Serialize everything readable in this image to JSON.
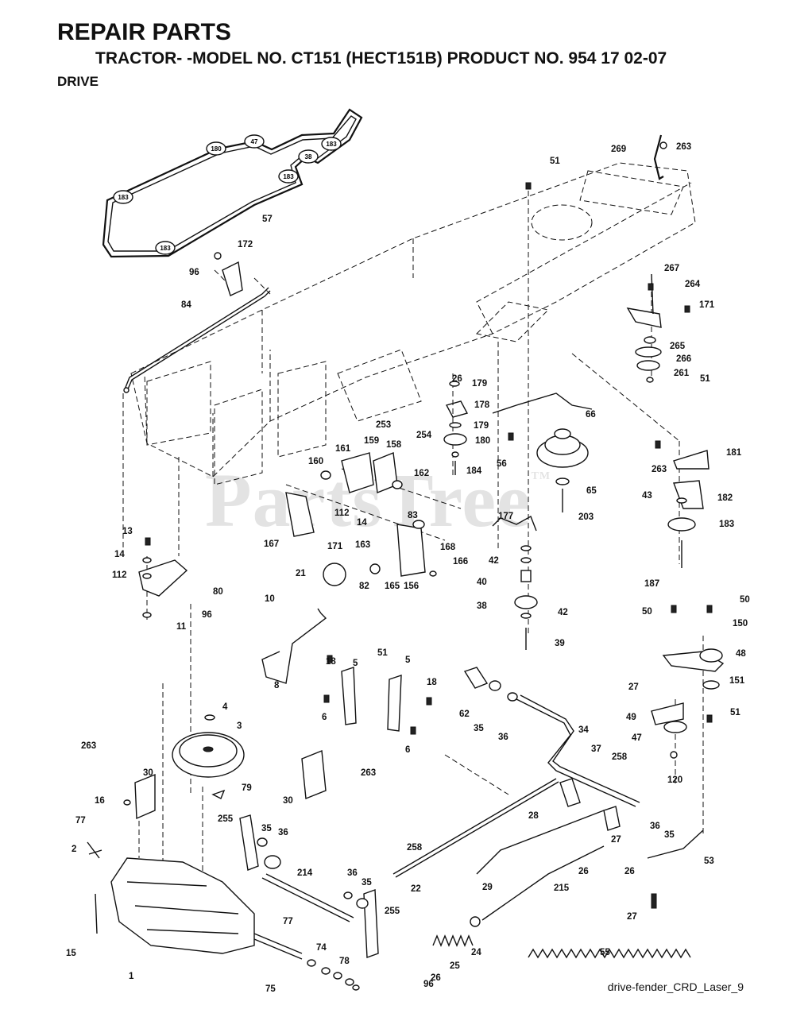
{
  "header": {
    "title": "REPAIR PARTS",
    "subtitle": "TRACTOR- -MODEL NO. CT151 (HECT151B) PRODUCT NO. 954 17 02-07",
    "section": "DRIVE"
  },
  "watermark": {
    "text": "PartsTree",
    "mark": "TM"
  },
  "footer": {
    "caption": "drive-fender_CRD_Laser_9"
  },
  "belt_callouts": [
    "183",
    "183",
    "180",
    "47",
    "38",
    "183",
    "183"
  ],
  "part_labels": [
    "1",
    "2",
    "3",
    "4",
    "5",
    "5",
    "6",
    "6",
    "8",
    "10",
    "11",
    "13",
    "14",
    "14",
    "15",
    "16",
    "18",
    "18",
    "21",
    "22",
    "24",
    "25",
    "26",
    "26",
    "26",
    "26",
    "27",
    "27",
    "27",
    "28",
    "29",
    "30",
    "30",
    "34",
    "35",
    "35",
    "35",
    "35",
    "36",
    "36",
    "36",
    "36",
    "37",
    "38",
    "39",
    "40",
    "42",
    "42",
    "43",
    "47",
    "48",
    "49",
    "50",
    "50",
    "51",
    "51",
    "51",
    "51",
    "53",
    "55",
    "56",
    "57",
    "62",
    "65",
    "66",
    "74",
    "75",
    "77",
    "77",
    "78",
    "79",
    "80",
    "82",
    "83",
    "84",
    "96",
    "96",
    "96",
    "112",
    "112",
    "120",
    "150",
    "151",
    "156",
    "158",
    "159",
    "160",
    "161",
    "162",
    "163",
    "165",
    "166",
    "167",
    "168",
    "171",
    "171",
    "172",
    "177",
    "178",
    "179",
    "179",
    "180",
    "181",
    "182",
    "183",
    "184",
    "187",
    "203",
    "214",
    "215",
    "253",
    "254",
    "255",
    "255",
    "258",
    "258",
    "261",
    "263",
    "263",
    "263",
    "263",
    "264",
    "265",
    "266",
    "267",
    "269"
  ]
}
